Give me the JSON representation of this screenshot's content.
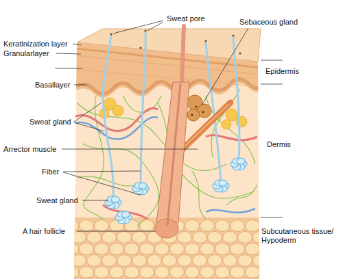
{
  "diagram": {
    "labels": [
      "Sweat pore",
      "Sebaceous gland",
      "Keratinization layer",
      "Granularlayer",
      "Basallayer",
      "Sweat gland",
      "Arrector muscle",
      "Fiber",
      "Sweat gland",
      "A hair follicle",
      "Epidermis",
      "Dermis",
      "Subcutaneous tissue/ Hypoderm"
    ]
  }
}
